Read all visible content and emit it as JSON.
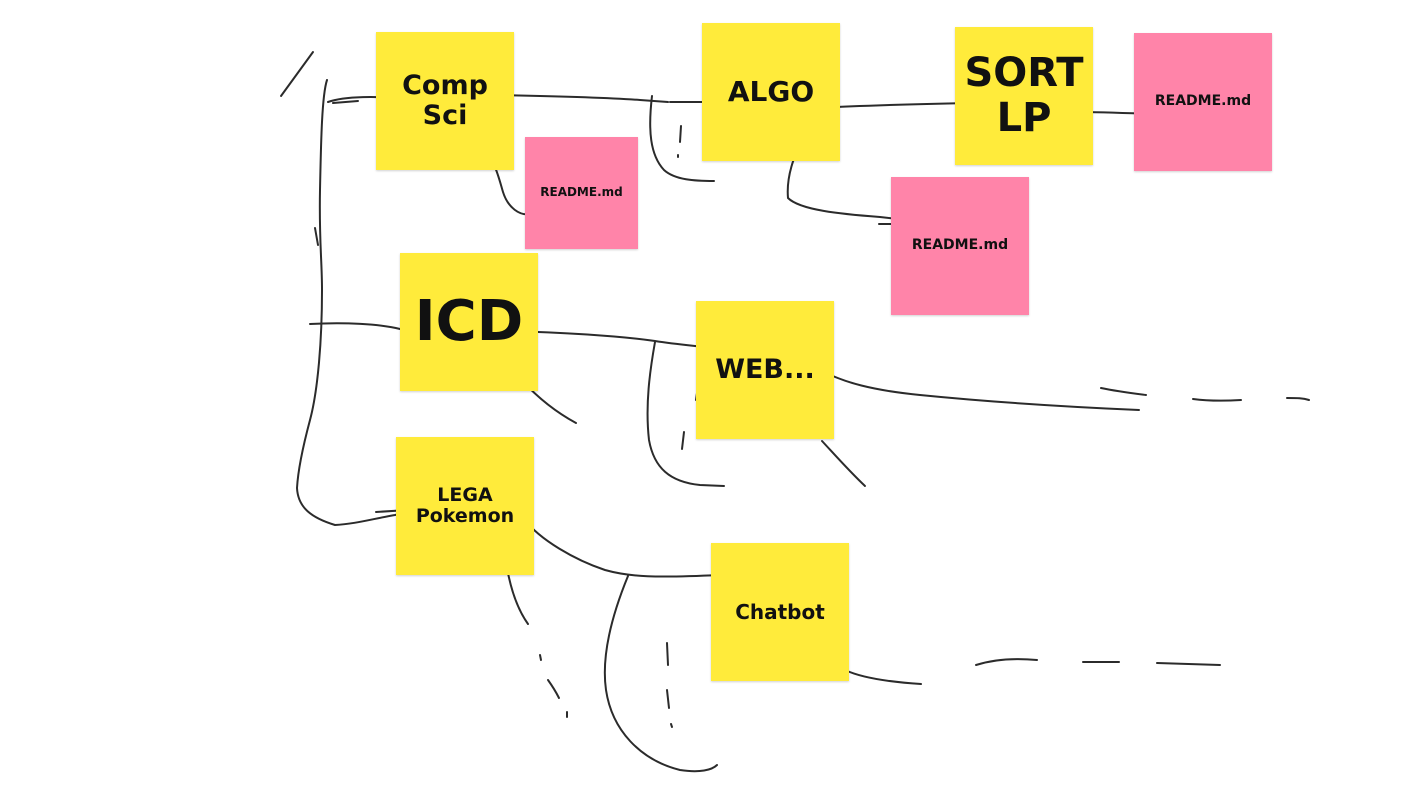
{
  "board": {
    "colors": {
      "yellow": "#ffeb3b",
      "pink": "#ff84a9",
      "ink": "#2b2b2b"
    },
    "notes": [
      {
        "id": "compsci",
        "text": "Comp\nSci",
        "color": "yellow"
      },
      {
        "id": "algo",
        "text": "ALGO",
        "color": "yellow"
      },
      {
        "id": "sortlp",
        "text": "SORT\nLP",
        "color": "yellow"
      },
      {
        "id": "readme1",
        "text": "README.md",
        "color": "pink"
      },
      {
        "id": "readme2",
        "text": "README.md",
        "color": "pink"
      },
      {
        "id": "readme3",
        "text": "README.md",
        "color": "pink"
      },
      {
        "id": "icd",
        "text": "ICD",
        "color": "yellow"
      },
      {
        "id": "web",
        "text": "WEB...",
        "color": "yellow"
      },
      {
        "id": "lega",
        "text": "LEGA\nPokemon",
        "color": "yellow"
      },
      {
        "id": "chatbot",
        "text": "Chatbot",
        "color": "yellow"
      }
    ]
  }
}
